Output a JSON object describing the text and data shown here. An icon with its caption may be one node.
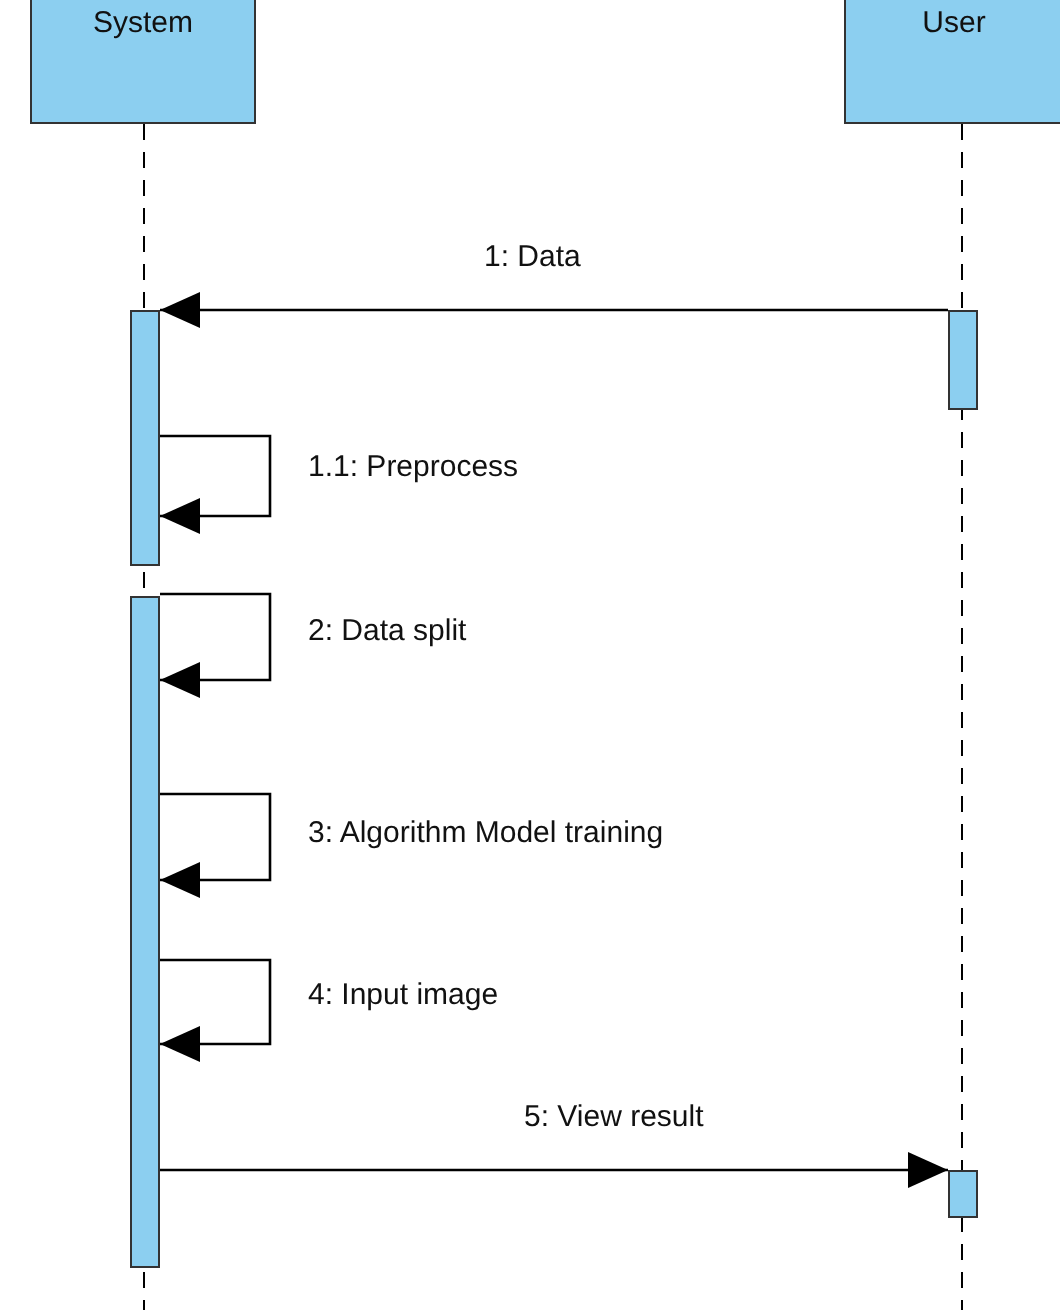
{
  "diagram": {
    "nodes": [
      {
        "text": [
          "System"
        ]
      },
      {
        "text": [
          "User"
        ]
      },
      {
        "text": [],
        "shape": "bar"
      },
      {
        "text": [],
        "shape": "bar"
      },
      {
        "text": [],
        "shape": "bar"
      },
      {
        "text": [],
        "shape": "bar"
      }
    ],
    "edges": [
      {
        "from": 3,
        "to": 2,
        "arrow": "to",
        "label": "1: Data"
      },
      {
        "from": 2,
        "to": 2,
        "arrow": "to",
        "label": "1.1: Preprocess"
      },
      {
        "from": 4,
        "to": 4,
        "arrow": "to",
        "label": "2: Data split"
      },
      {
        "from": 4,
        "to": 4,
        "arrow": "to",
        "label": "3: Algorithm Model training"
      },
      {
        "from": 4,
        "to": 4,
        "arrow": "to",
        "label": "4: Input image"
      },
      {
        "from": 4,
        "to": 5,
        "arrow": "to",
        "label": "5: View result"
      }
    ]
  }
}
